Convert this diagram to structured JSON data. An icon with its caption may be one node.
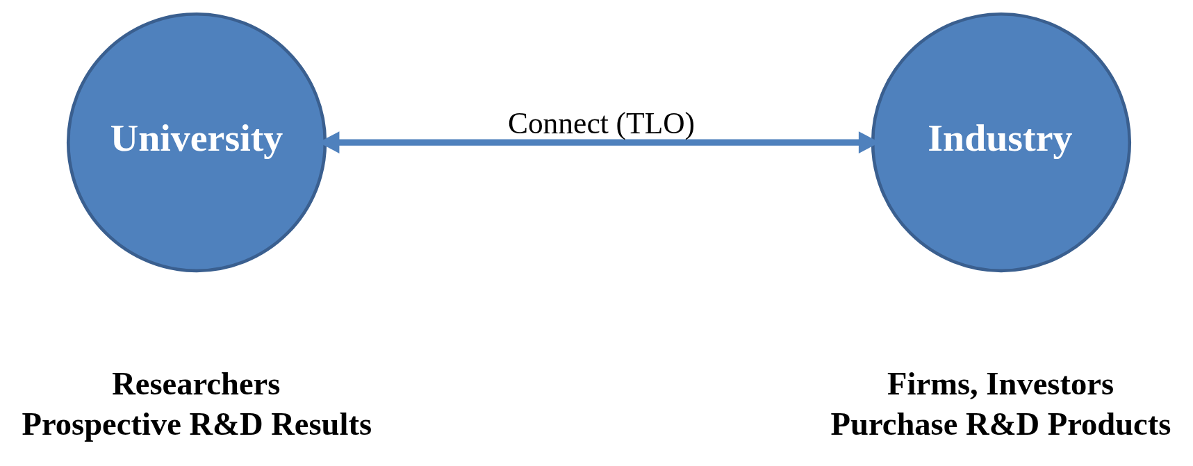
{
  "diagram": {
    "nodes": [
      {
        "text": [
          "University"
        ],
        "beside": [
          "Researchers",
          "Prospective R&D Results"
        ]
      },
      {
        "text": [
          "Industry"
        ],
        "beside": [
          "Firms, Investors",
          "Purchase R&D Products"
        ]
      }
    ],
    "edges": [
      {
        "from": 0,
        "to": 1,
        "arrow": "both",
        "label": "Connect (TLO)"
      }
    ]
  }
}
